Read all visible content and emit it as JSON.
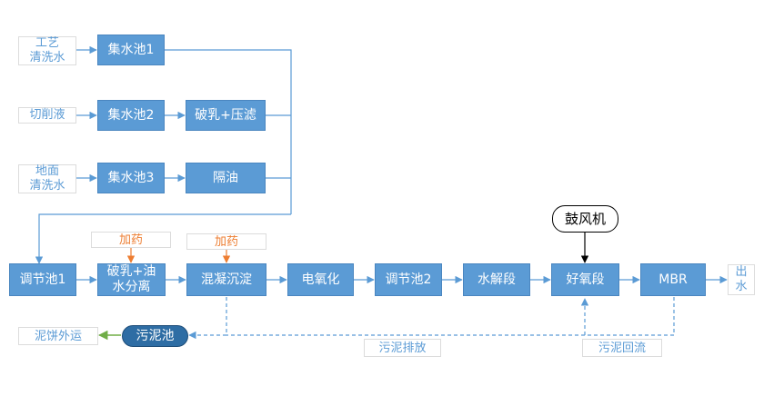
{
  "sources": {
    "process_wash": "工艺\n清洗水",
    "cutting_fluid": "切削液",
    "floor_wash": "地面\n清洗水"
  },
  "tanks": {
    "collect1": "集水池1",
    "collect2": "集水池2",
    "collect3": "集水池3",
    "demulsify_press": "破乳+压滤",
    "oil_separation": "隔油"
  },
  "main_line": {
    "regulate1": "调节池1",
    "demulsify_oil_water": "破乳+油\n水分离",
    "coag_sediment": "混凝沉淀",
    "electro_oxidation": "电氧化",
    "regulate2": "调节池2",
    "hydrolysis": "水解段",
    "aerobic": "好氧段",
    "mbr": "MBR"
  },
  "outlet": "出\n水",
  "dosing": {
    "dose1": "加药",
    "dose2": "加药"
  },
  "blower": "鼓风机",
  "sludge": {
    "sludge_tank": "污泥池",
    "cake_out": "泥饼外运",
    "sludge_discharge": "污泥排放",
    "sludge_return": "污泥回流"
  },
  "colors": {
    "node_fill": "#5b9bd5",
    "line": "#5b9bd5",
    "dose_arrow": "#ed7d31",
    "sludge_tank_fill": "#2e6da4",
    "cake_arrow": "#70ad47",
    "blower_arrow": "#000000"
  }
}
